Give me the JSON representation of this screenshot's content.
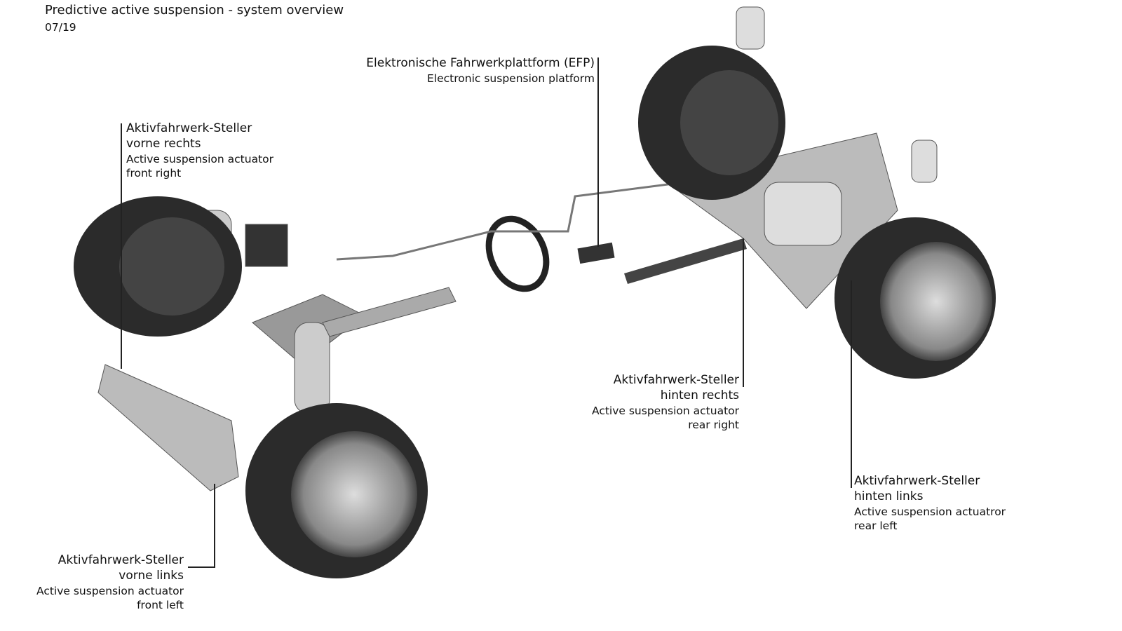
{
  "header": {
    "title": "Predictive active suspension - system overview",
    "date": "07/19"
  },
  "labels": {
    "efp": {
      "de": "Elektronische Fahrwerkplattform (EFP)",
      "en": "Electronic suspension platform"
    },
    "front_right": {
      "de1": "Aktivfahrwerk-Steller",
      "de2": "vorne rechts",
      "en1": "Active suspension actuator",
      "en2": "front right"
    },
    "front_left": {
      "de1": "Aktivfahrwerk-Steller",
      "de2": "vorne links",
      "en1": "Active suspension actuator",
      "en2": "front left"
    },
    "rear_right": {
      "de1": "Aktivfahrwerk-Steller",
      "de2": "hinten rechts",
      "en1": "Active suspension actuator",
      "en2": "rear right"
    },
    "rear_left": {
      "de1": "Aktivfahrwerk-Steller",
      "de2": "hinten links",
      "en1": "Active suspension actuatror",
      "en2": "rear left"
    }
  }
}
